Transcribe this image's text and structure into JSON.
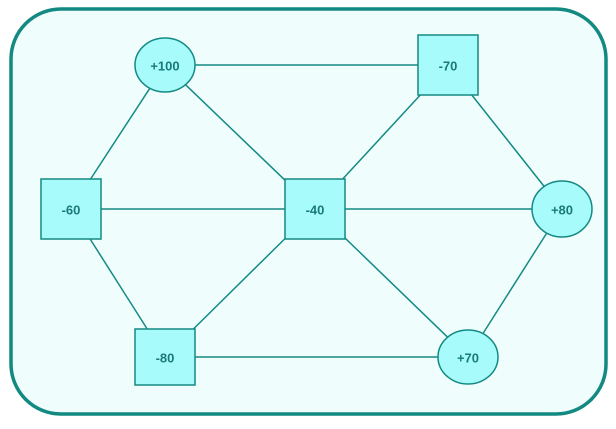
{
  "nodes": [
    {
      "id": "n_plus100",
      "label": "+100",
      "shape": "circle"
    },
    {
      "id": "n_minus70",
      "label": "-70",
      "shape": "square"
    },
    {
      "id": "n_minus60",
      "label": "-60",
      "shape": "square"
    },
    {
      "id": "n_minus40",
      "label": "-40",
      "shape": "square"
    },
    {
      "id": "n_plus80",
      "label": "+80",
      "shape": "circle"
    },
    {
      "id": "n_minus80",
      "label": "-80",
      "shape": "square"
    },
    {
      "id": "n_plus70",
      "label": "+70",
      "shape": "circle"
    }
  ],
  "edges": [
    [
      "n_plus100",
      "n_minus70"
    ],
    [
      "n_plus100",
      "n_minus60"
    ],
    [
      "n_plus100",
      "n_minus40"
    ],
    [
      "n_minus70",
      "n_minus40"
    ],
    [
      "n_minus70",
      "n_plus80"
    ],
    [
      "n_minus60",
      "n_minus40"
    ],
    [
      "n_minus60",
      "n_minus80"
    ],
    [
      "n_minus40",
      "n_plus80"
    ],
    [
      "n_minus40",
      "n_minus80"
    ],
    [
      "n_minus40",
      "n_plus70"
    ],
    [
      "n_plus80",
      "n_plus70"
    ],
    [
      "n_minus80",
      "n_plus70"
    ]
  ],
  "colors": {
    "frame_fill": "#f0fdfd",
    "frame_stroke": "#128a82",
    "node_fill": "#a8fbfb",
    "line": "#148a84",
    "label": "#1a7a78"
  }
}
